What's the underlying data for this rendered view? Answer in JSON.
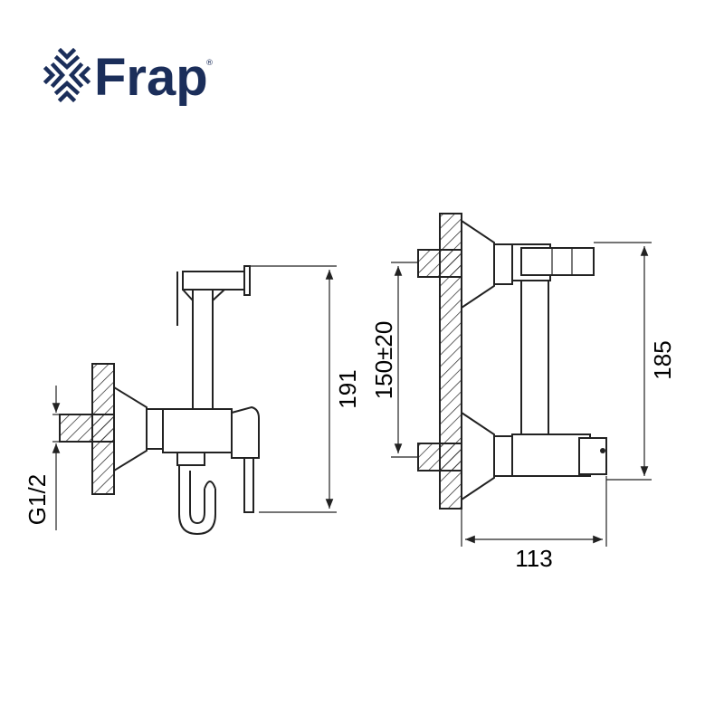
{
  "brand": {
    "name": "Frap",
    "registered_mark": "®",
    "logo_icon": "snowflake-arrows-icon",
    "color": "#1b2e5a"
  },
  "dimensions": {
    "left_height": "191",
    "thread": "G1/2",
    "mount_spacing": "150±20",
    "right_height": "185",
    "depth": "113"
  },
  "line_color": "#222222"
}
